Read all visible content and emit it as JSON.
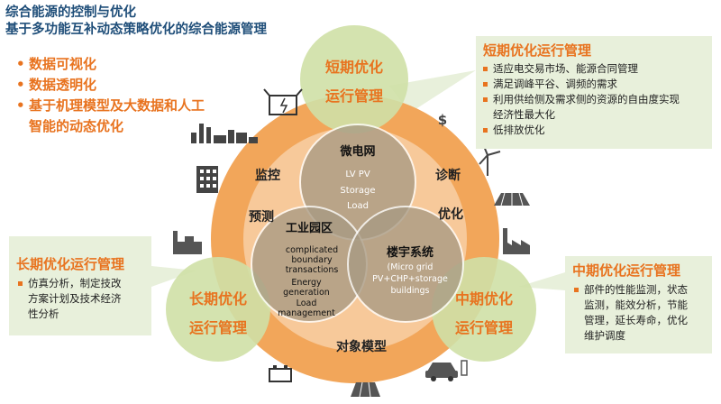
{
  "header": {
    "title": "综合能源的控制与优化",
    "subtitle": "基于多功能互补动态策略优化的综合能源管理"
  },
  "left_bullets": [
    "数据可视化",
    "数据透明化",
    "基于机理模型及大数据和人工智能的动态优化"
  ],
  "left_bullets_wrap": [
    "基于机理模型及大数据和人工",
    "智能的动态优化"
  ],
  "ring_labels": {
    "monitor": "监控",
    "forecast": "预测",
    "diagnose": "诊断",
    "optimize": "优化",
    "object_model": "对象模型"
  },
  "corner_circles": {
    "short": [
      "短期优化",
      "运行管理"
    ],
    "long": [
      "长期优化",
      "运行管理"
    ],
    "mid": [
      "中期优化",
      "运行管理"
    ]
  },
  "venn": {
    "microgrid": {
      "title": "微电网",
      "lines": [
        "LV PV",
        "Storage",
        "Load"
      ]
    },
    "industrial": {
      "title": "工业园区",
      "lines": [
        "complicated",
        "boundary",
        "transactions",
        "Energy",
        "generation",
        "Load",
        "management"
      ]
    },
    "building": {
      "title": "楼宇系统",
      "lines": [
        "(Micro grid",
        "PV+CHP+storage",
        "buildings"
      ]
    }
  },
  "short_term_box": {
    "title": "短期优化运行管理",
    "items": [
      "适应电交易市场、能源合同管理",
      "满足调峰平谷、调频的需求",
      "利用供给侧及需求侧的资源的自由度实现经济性最大化",
      "低排放优化"
    ],
    "wrapped_item": [
      "利用供给侧及需求侧的资源的自由度实现",
      "经济性最大化"
    ]
  },
  "long_term_box": {
    "title": "长期优化运行管理",
    "items": [
      "仿真分析，制定技改方案计划及技术经济性分析"
    ],
    "wrapped_item": [
      "仿真分析，制定技改",
      "方案计划及技术经济",
      "性分析"
    ]
  },
  "mid_term_box": {
    "title": "中期优化运行管理",
    "items": [
      "部件的性能监测，状态监测，能效分析，节能管理，延长寿命，优化维护调度"
    ],
    "wrapped_item": [
      "部件的性能监测，状态",
      "监测，能效分析，节能",
      "管理，延长寿命，优化",
      "维护调度"
    ]
  },
  "icon_labels": {
    "dollar": "$"
  },
  "colors": {
    "title_blue": "#1f4e79",
    "accent_orange": "#e8731f",
    "ring_orange": "#f2a65a",
    "ring_inner": "#f7c99a",
    "green_circle": "#cfe0a6",
    "box_green": "#e8f0db",
    "venn_brown": "#a89a83"
  }
}
